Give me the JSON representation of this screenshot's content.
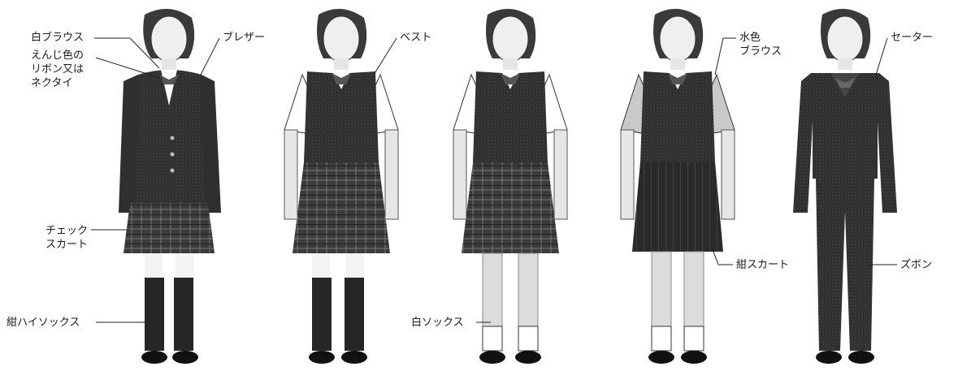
{
  "labels": {
    "white_blouse": "白ブラウス",
    "ribbon": [
      "えんじ色の",
      "リボン又は",
      "ネクタイ"
    ],
    "check_skirt": [
      "チェック",
      "スカート"
    ],
    "navy_high_socks": "紺ハイソックス",
    "blazer": "ブレザー",
    "vest": "ベスト",
    "white_socks": "白ソックス",
    "light_blue_blouse": [
      "水色",
      "ブラウス"
    ],
    "navy_skirt": "紺スカート",
    "sweater": "セーター",
    "trousers": "ズボン"
  },
  "colors": {
    "dark_garment": "#2b2b2b",
    "white_garment": "#ffffff",
    "light_blue_sleeve": "#c9c9c9",
    "skin": "#e6e6e6",
    "hair": "#3a3a3a"
  }
}
